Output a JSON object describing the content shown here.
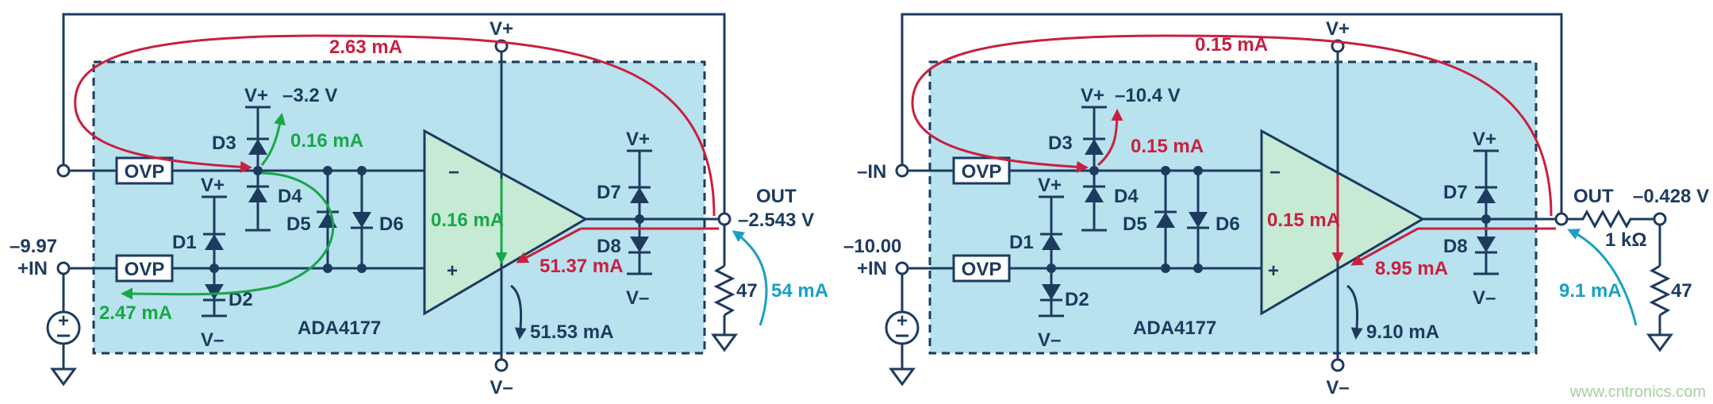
{
  "circuit_left": {
    "chip_label": "ADA4177",
    "vplus_top": "V+",
    "vminus_bottom": "V–",
    "ovp": "OVP",
    "input_voltage": "–9.97",
    "plus_in": "+IN",
    "out_label": "OUT",
    "out_voltage": "–2.543 V",
    "d3_supply": "V+",
    "d3_voltage": "–3.2 V",
    "d1_supply": "V+",
    "d2_supply": "V–",
    "d7_supply": "V+",
    "d8_supply": "V–",
    "diodes": [
      "D1",
      "D2",
      "D3",
      "D4",
      "D5",
      "D6",
      "D7",
      "D8"
    ],
    "resistor": "47",
    "i_feedback": "2.63 mA",
    "i_d3": "0.16 mA",
    "i_amp_in": "0.16 mA",
    "i_d2": "2.47 mA",
    "i_output": "51.37 mA",
    "i_supply": "51.53 mA",
    "i_load": "54 mA"
  },
  "circuit_right": {
    "chip_label": "ADA4177",
    "vplus_top": "V+",
    "vminus_bottom": "V–",
    "ovp": "OVP",
    "minus_in": "–IN",
    "input_voltage": "–10.00",
    "plus_in": "+IN",
    "out_label": "OUT",
    "out_voltage": "–0.428 V",
    "d3_supply": "V+",
    "d3_voltage": "–10.4 V",
    "d1_supply": "V+",
    "d2_supply": "V–",
    "d7_supply": "V+",
    "d8_supply": "V–",
    "diodes": [
      "D1",
      "D2",
      "D3",
      "D4",
      "D5",
      "D6",
      "D7",
      "D8"
    ],
    "series_resistor": "1 kΩ",
    "resistor": "47",
    "i_feedback": "0.15 mA",
    "i_d3": "0.15 mA",
    "i_amp_in": "0.15 mA",
    "i_output": "8.95 mA",
    "i_supply": "9.10 mA",
    "i_load": "9.1 mA"
  },
  "watermark": "www.cntronics.com",
  "colors": {
    "wire": "#1d3b5e",
    "box": "#b8e2ee",
    "amp": "#c6ead4",
    "red": "#c8203f",
    "green": "#1aa64a",
    "cyan": "#1aa0c4"
  }
}
